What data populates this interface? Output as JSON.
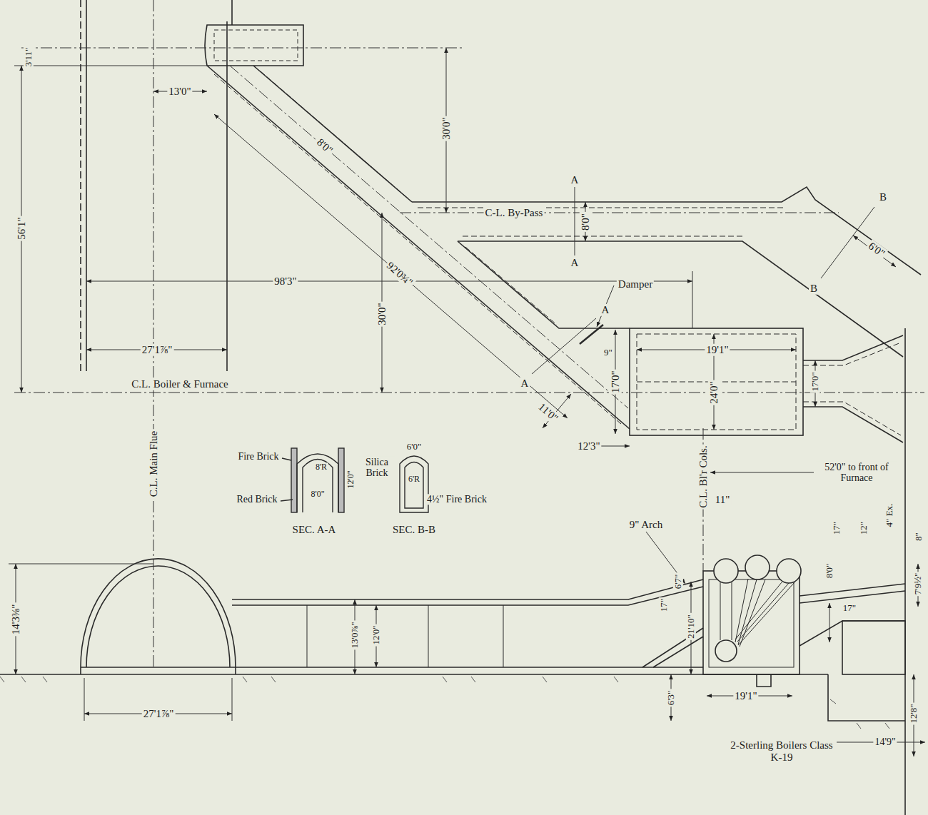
{
  "diagram": {
    "labels": [
      "3'11\"",
      "56'1\"",
      "13'0\"",
      "8'0\"",
      "30'0\"",
      "C-L. By-Pass",
      "8'0\"",
      "A",
      "A",
      "98'3\"",
      "30'0\"",
      "92'0¾\"",
      "Damper",
      "9\"",
      "19'1\"",
      "24'0\"",
      "17'0\"",
      "17'0\"",
      "6'0\"",
      "B",
      "B",
      "A",
      "A",
      "27'1⅞\"",
      "C.L. Boiler & Furnace",
      "11'0\"",
      "12'3\"",
      "C.L. Main Flue",
      "Fire Brick",
      "Red Brick",
      "8'R",
      "8'0\"",
      "12'0\"",
      "SEC. A-A",
      "Silica Brick",
      "6'0\"",
      "6'R",
      "4½\" Fire Brick",
      "SEC. B-B",
      "C.L. Bl'r Cols.",
      "52'0\" to front of Furnace",
      "11\"",
      "9\" Arch",
      "17\"",
      "12\"",
      "4\" Ex.",
      "8\"",
      "7'9½\"",
      "17\"",
      "8'0\"",
      "17\"",
      "6'7\"",
      "21'10\"",
      "14'3⅜\"",
      "13'0⅞\"",
      "12'0\"",
      "27'1⅞\"",
      "6'3\"",
      "19'1\"",
      "12'8\"",
      "2-Sterling Boilers Class K-19",
      "14'9\""
    ]
  }
}
